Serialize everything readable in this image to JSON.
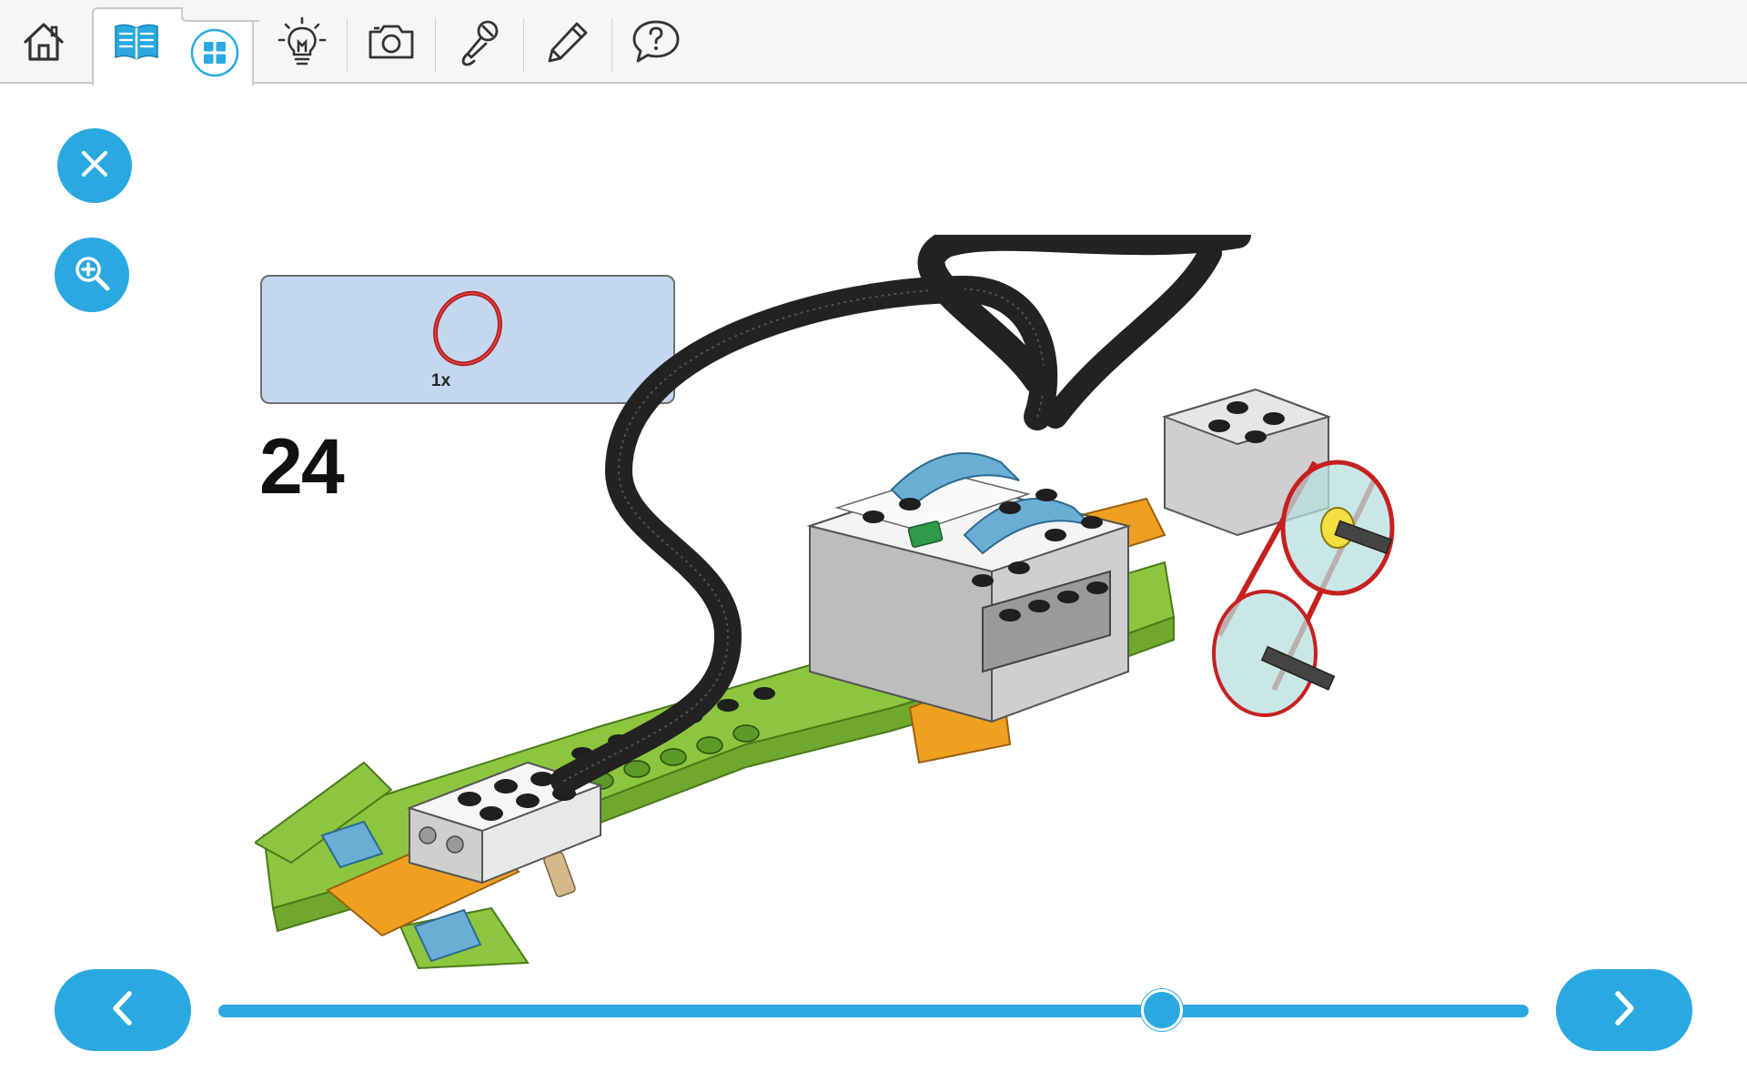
{
  "toolbar": {
    "items": [
      {
        "name": "home",
        "icon": "home-icon"
      },
      {
        "name": "instructions",
        "icon": "book-icon"
      },
      {
        "name": "gallery",
        "icon": "grid-icon"
      },
      {
        "name": "ideas",
        "icon": "lightbulb-icon"
      },
      {
        "name": "camera",
        "icon": "camera-icon"
      },
      {
        "name": "microphone",
        "icon": "microphone-icon"
      },
      {
        "name": "notes",
        "icon": "pencil-icon"
      },
      {
        "name": "help",
        "icon": "help-bubble-icon"
      }
    ],
    "active": "instructions"
  },
  "side_buttons": {
    "close_icon": "close-icon",
    "zoom_icon": "zoom-in-icon"
  },
  "parts": {
    "quantity": "1x",
    "part": "rubber-band-red"
  },
  "step": {
    "number": "24"
  },
  "navigation": {
    "prev_icon": "chevron-left-icon",
    "next_icon": "chevron-right-icon",
    "progress": 0.72
  },
  "colors": {
    "accent": "#2aa9e0",
    "parts_box": "#c3d8f0",
    "toolbar_bg": "#f6f6f6"
  }
}
